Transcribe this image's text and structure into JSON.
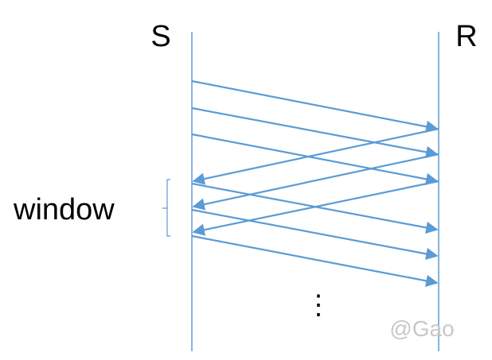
{
  "diagram": {
    "sender_label": "S",
    "receiver_label": "R",
    "window_label": "window",
    "ellipsis": "⋮",
    "watermark": "@Gao",
    "colors": {
      "line": "#5b9bd5",
      "text": "#000000",
      "watermark": "#c8c8c8"
    }
  }
}
